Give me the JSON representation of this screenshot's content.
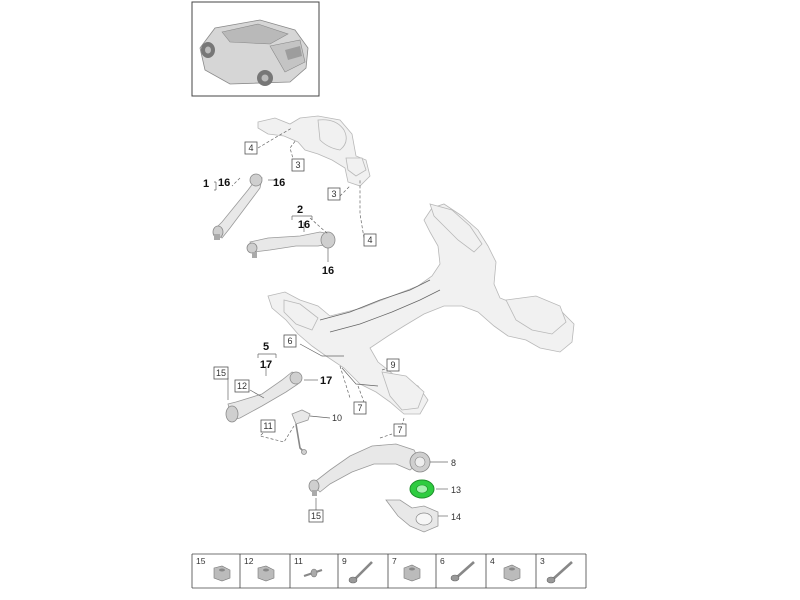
{
  "callouts": {
    "c1": "1",
    "c2": "2",
    "c3a": "3",
    "c3b": "3",
    "c4a": "4",
    "c4b": "4",
    "c5": "5",
    "c6": "6",
    "c7a": "7",
    "c7b": "7",
    "c8": "8",
    "c9": "9",
    "c10": "10",
    "c11": "11",
    "c12": "12",
    "c13": "13",
    "c14": "14",
    "c15a": "15",
    "c15b": "15",
    "c16a": "16",
    "c16b": "16",
    "c16c": "16",
    "c16d": "16",
    "c17a": "17",
    "c17b": "17"
  },
  "strip": [
    "15",
    "12",
    "11",
    "9",
    "7",
    "6",
    "4",
    "3"
  ],
  "highlight_color": "#2ecc40",
  "icons": [
    "car-thumbnail-icon",
    "nut-icon",
    "bolt-icon",
    "stud-icon"
  ]
}
